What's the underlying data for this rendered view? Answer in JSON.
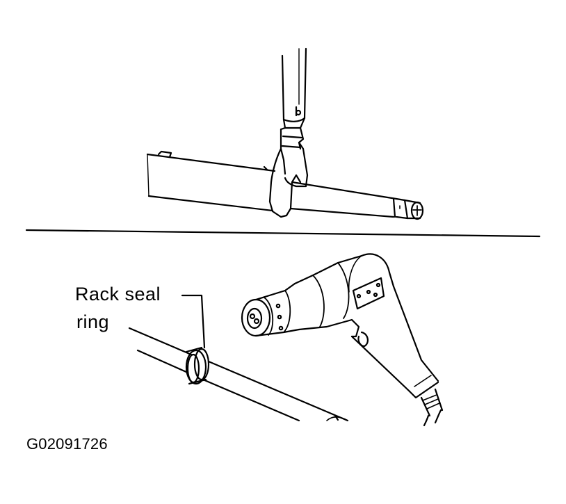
{
  "callout": {
    "line1": "Rack seal",
    "line2": "ring"
  },
  "figure_id": "G02091726",
  "colors": {
    "ink": "#000000",
    "paper": "#ffffff"
  }
}
